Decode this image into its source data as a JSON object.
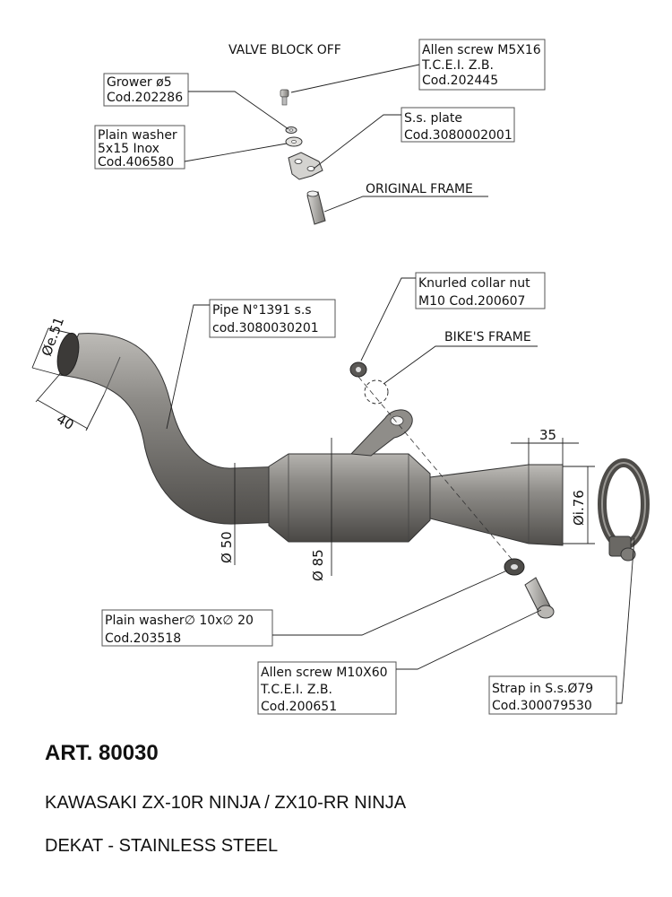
{
  "top_assembly": {
    "title": "VALVE BLOCK OFF",
    "allen_screw_m5": [
      "Allen screw M5X16",
      "T.C.E.I. Z.B.",
      "Cod.202445"
    ],
    "grower": [
      "Grower ø5",
      "Cod.202286"
    ],
    "plain_washer_5x15": [
      "Plain washer",
      "5x15 Inox",
      "Cod.406580"
    ],
    "ss_plate": [
      "S.s. plate",
      "Cod.3080002001"
    ],
    "original_frame": "ORIGINAL FRAME"
  },
  "main_assembly": {
    "knurled_collar_nut": [
      "Knurled collar nut",
      "M10 Cod.200607"
    ],
    "bikes_frame": "BIKE'S FRAME",
    "pipe": [
      "Pipe N°1391 s.s",
      "cod.3080030201"
    ],
    "plain_washer_10x20": [
      "Plain washer∅ 10x∅ 20",
      "Cod.203518"
    ],
    "allen_screw_m10": [
      "Allen screw M10X60",
      "T.C.E.I. Z.B.",
      "Cod.200651"
    ],
    "strap": [
      "Strap in S.s.Ø79",
      "Cod.300079530"
    ]
  },
  "dimensions": {
    "inlet_diameter": "Øe.51",
    "inlet_length": "40",
    "bend_diameter": "Ø 50",
    "body_diameter": "Ø 85",
    "outlet_length": "35",
    "outlet_diameter": "Øi.76"
  },
  "footer": {
    "article": "ART. 80030",
    "model": "KAWASAKI ZX-10R NINJA /  ZX10-RR NINJA",
    "description": "DEKAT -  STAINLESS STEEL"
  },
  "colors": {
    "metal_dark": "#5c5a57",
    "metal_mid": "#8a8884",
    "metal_light": "#c9c7c3"
  }
}
